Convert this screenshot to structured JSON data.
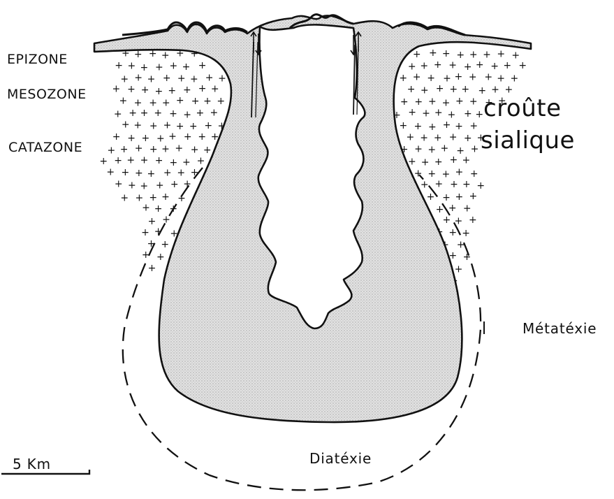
{
  "labels": {
    "epizone": "EPIZONE",
    "mesozone": "MESOZONE",
    "catazone": "CATAZONE",
    "crust_line1": "croûte",
    "crust_line2": "sialique",
    "metatexie": "Métatéxie",
    "diatexie": "Diatéxie",
    "scale": "5 Km"
  }
}
